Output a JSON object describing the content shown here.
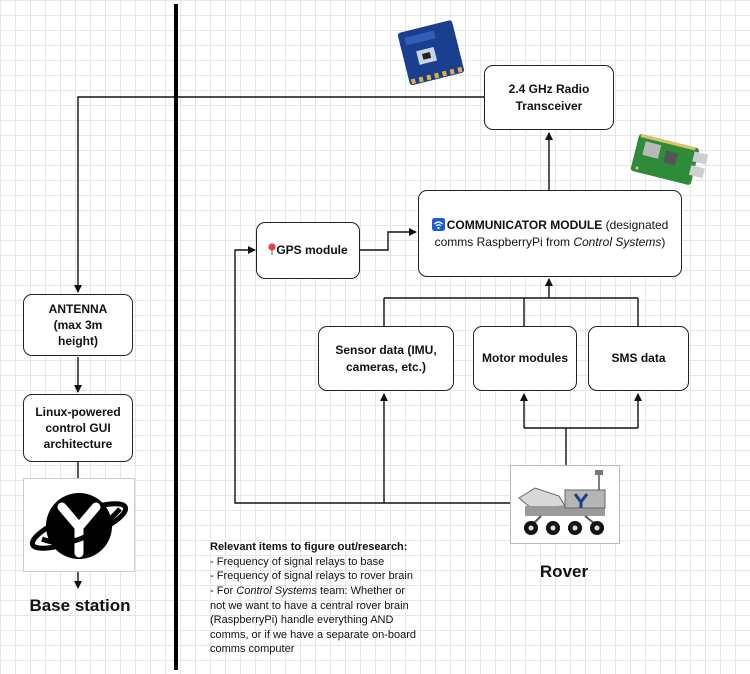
{
  "nodes": {
    "radio": "2.4 GHz Radio Transceiver",
    "communicator": {
      "bold": "COMMUNICATOR MODULE",
      "rest1": " (designated",
      "rest2_pre": "comms RaspberryPi from ",
      "rest2_italic": "Control Systems",
      "rest2_post": ")"
    },
    "gps": "GPS module",
    "sensor": "Sensor data (IMU, cameras, etc.)",
    "motor": "Motor modules",
    "sms": "SMS data",
    "antenna": "ANTENNA (max 3m height)",
    "gui": "Linux-powered control GUI architecture"
  },
  "captions": {
    "base_station": "Base station",
    "rover": "Rover"
  },
  "notes": {
    "heading": "Relevant items to figure out/research:",
    "item1": "- Frequency of signal relays to base",
    "item2": "- Frequency of signal relays to rover brain",
    "item3_pre": "- For ",
    "item3_italic": "Control Systems",
    "item3_post": " team: Whether or",
    "item3_line2": "not we want to have a central rover brain",
    "item3_line3": "(RaspberryPi) handle everything AND",
    "item3_line4": "comms, or if we have a separate on-board",
    "item3_line5": "comms computer"
  },
  "icons": {
    "wifi": "wifi-icon",
    "pin": "map-pin-icon",
    "radio_module": "radio-module-image",
    "raspberry_pi": "raspberry-pi-image",
    "base_logo": "base-station-logo",
    "rover_image": "rover-image"
  },
  "colors": {
    "line": "#111111",
    "pin": "#e0443a",
    "wifi": "#1e5bd6",
    "logo_y": "#1d3f86"
  }
}
